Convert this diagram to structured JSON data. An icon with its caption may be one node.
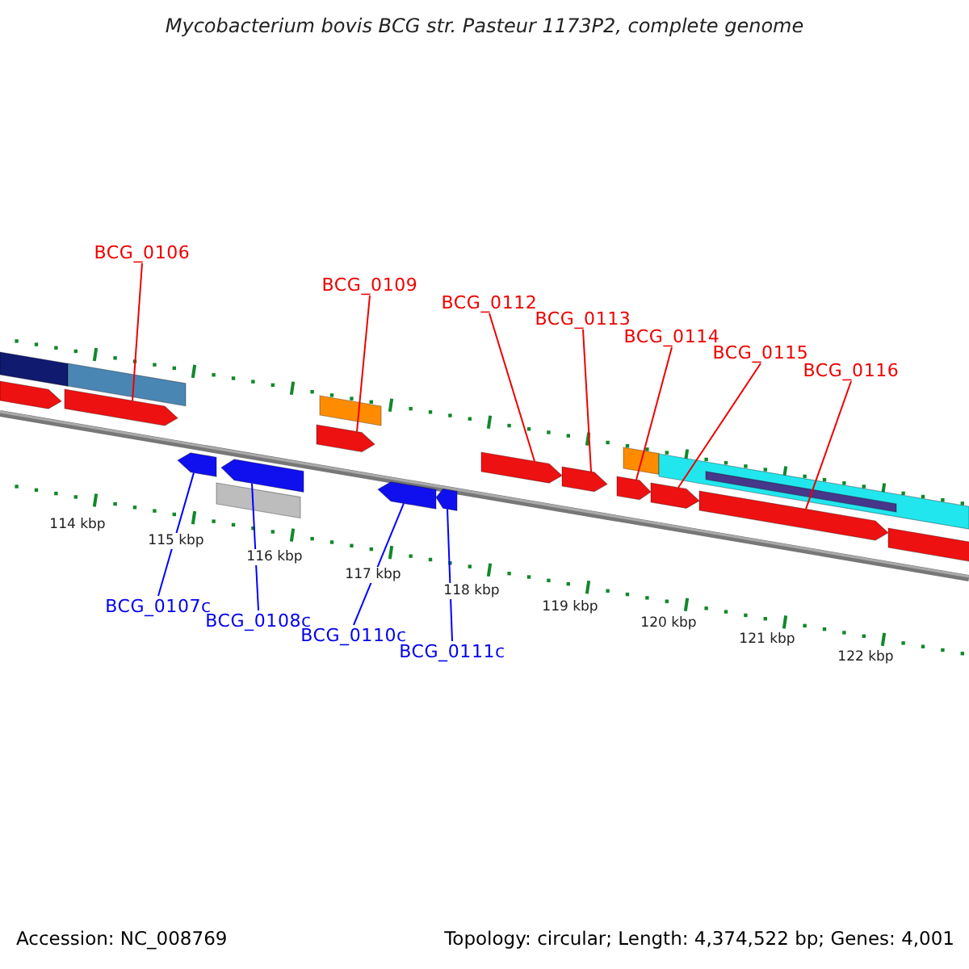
{
  "diagram": {
    "title": "Mycobacterium bovis BCG str. Pasteur 1173P2, complete genome",
    "nodes": [
      {
        "text": [
          "BCG_0106"
        ]
      },
      {
        "text": [
          "BCG_0109"
        ]
      },
      {
        "text": [
          "BCG_0112"
        ]
      },
      {
        "text": [
          "BCG_0113"
        ]
      },
      {
        "text": [
          "BCG_0114"
        ]
      },
      {
        "text": [
          "BCG_0115"
        ]
      },
      {
        "text": [
          "BCG_0116"
        ]
      },
      {
        "text": [
          "BCG_0107c"
        ]
      },
      {
        "text": [
          "BCG_0108c"
        ]
      },
      {
        "text": [
          "BCG_0110c"
        ]
      },
      {
        "text": [
          "BCG_0111c"
        ]
      },
      {
        "text": [],
        "shape": "arrow"
      },
      {
        "text": [],
        "shape": "arrow"
      },
      {
        "text": [],
        "shape": "arrow"
      },
      {
        "text": [],
        "shape": "arrow"
      },
      {
        "text": [],
        "shape": "arrow"
      },
      {
        "text": [],
        "shape": "arrow"
      },
      {
        "text": [],
        "shape": "arrow"
      },
      {
        "text": [],
        "shape": "arrow"
      },
      {
        "text": [],
        "shape": "arrow"
      },
      {
        "text": [],
        "shape": "arrow"
      },
      {
        "text": [],
        "shape": "arrow"
      },
      {
        "text": [],
        "shape": "bar"
      },
      {
        "text": [],
        "shape": "arrow"
      },
      {
        "text": [],
        "shape": "bar"
      },
      {
        "text": [],
        "shape": "bar"
      },
      {
        "text": [],
        "shape": "bar"
      },
      {
        "text": [],
        "shape": "bar"
      },
      {
        "text": [],
        "shape": "bar"
      },
      {
        "text": [],
        "shape": "bar",
        "in": 28
      },
      {
        "text": [],
        "shape": "arrow"
      }
    ],
    "edges": [
      {
        "from": 0,
        "to": 11,
        "arrow": "none"
      },
      {
        "from": 1,
        "to": 14,
        "arrow": "none"
      },
      {
        "from": 2,
        "to": 17,
        "arrow": "none"
      },
      {
        "from": 3,
        "to": 18,
        "arrow": "none"
      },
      {
        "from": 4,
        "to": 19,
        "arrow": "none"
      },
      {
        "from": 5,
        "to": 20,
        "arrow": "none"
      },
      {
        "from": 6,
        "to": 21,
        "arrow": "none"
      },
      {
        "from": 7,
        "to": 12,
        "arrow": "none",
        "color": "#0000ff"
      },
      {
        "from": 8,
        "to": 13,
        "arrow": "none",
        "color": "#0000ff"
      },
      {
        "from": 9,
        "to": 15,
        "arrow": "none",
        "color": "#0000ff"
      },
      {
        "from": 10,
        "to": 16,
        "arrow": "none",
        "color": "#0000ff"
      }
    ],
    "labels": [
      "114 kbp",
      "115 kbp",
      "116 kbp",
      "117 kbp",
      "118 kbp",
      "119 kbp",
      "120 kbp",
      "121 kbp",
      "122 kbp",
      "Accession: NC_008769",
      "Topology: circular; Length: 4,374,522 bp; Genes: 4,001"
    ]
  }
}
